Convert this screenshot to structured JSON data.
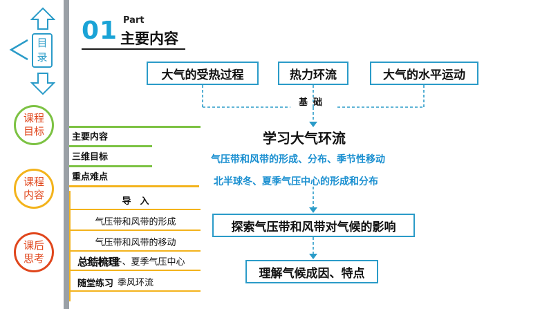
{
  "nav": {
    "toc_label_1": "目",
    "toc_label_2": "录",
    "circles": [
      {
        "line1": "课程",
        "line2": "目标"
      },
      {
        "line1": "课程",
        "line2": "内容"
      },
      {
        "line1": "课后",
        "line2": "思考"
      }
    ],
    "subnav": [
      "主要内容",
      "三维目标",
      "重点难点"
    ],
    "boxes": [
      "导　入",
      "气压带和风带的形成",
      "气压带和风带的移动",
      "北半球冬、夏季气压中心",
      "季风环流"
    ],
    "overlap_texts": [
      "总结梳理",
      "随堂练习"
    ]
  },
  "header": {
    "number": "01",
    "part": "Part",
    "title": "主要内容"
  },
  "diagram": {
    "top_boxes": [
      "大气的受热过程",
      "热力环流",
      "大气的水平运动"
    ],
    "basis": "基础",
    "study": "学习大气环流",
    "line1": "气压带和风带的形成、分布、季节性移动",
    "line2": "北半球冬、夏季气压中心的形成和分布",
    "explore": "探索气压带和风带对气候的影响",
    "understand": "理解气候成因、特点"
  },
  "colors": {
    "accent": "#2a9bc8",
    "blue_text": "#1a8fd0",
    "green": "#7cc243",
    "yellow": "#f3b31c",
    "red": "#e0461c"
  }
}
